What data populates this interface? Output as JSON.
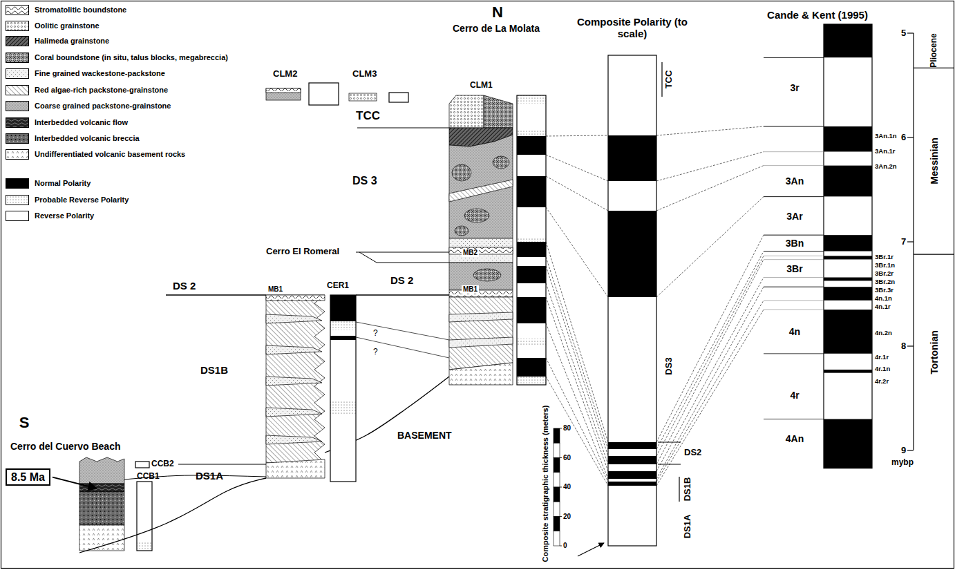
{
  "diagram": {
    "nodes": [
      {
        "text": [
          "8.5 Ma"
        ]
      }
    ],
    "labels": [
      "N",
      "Cerro de La Molata",
      "S",
      "Cerro del Cuervo Beach",
      "CLM2",
      "CLM3",
      "TCC",
      "CLM1",
      "DS 3",
      "Cerro El Romeral",
      "MB2",
      "DS 2",
      "MB1",
      "CER1",
      "DS 2",
      "MB1",
      "DS1B",
      "?",
      "?",
      "BASEMENT",
      "CCB2",
      "CCB1",
      "DS1A",
      "Composite stratigraphic thickness (meters)",
      "80",
      "60",
      "40",
      "20",
      "0",
      "Composite Polarity (to scale)",
      "TCC",
      "DS3",
      "DS2",
      "DS1B",
      "DS1A",
      "Cande & Kent (1995)",
      "3r",
      "3An.1n",
      "3An.1r",
      "3An",
      "3An.2n",
      "3Ar",
      "3Bn",
      "3Br.1r",
      "3Br.1n",
      "3Br.2r",
      "3Br",
      "3Br.2n",
      "3Br.3r",
      "4n.1n",
      "4n.1r",
      "4n",
      "4n.2n",
      "4r.1r",
      "4r.1n",
      "4r",
      "4r.2r",
      "4An",
      "5",
      "6",
      "7",
      "8",
      "9",
      "mybp",
      "Pliocene",
      "Messinian",
      "Tortonian"
    ],
    "legend": [
      {
        "text": "Stromatolitic boundstone"
      },
      {
        "text": "Oolitic grainstone"
      },
      {
        "text": "Halimeda grainstone"
      },
      {
        "text": "Coral boundstone (in situ, talus blocks, megabreccia)"
      },
      {
        "text": "Fine grained wackestone-packstone"
      },
      {
        "text": "Red algae-rich packstone-grainstone"
      },
      {
        "text": "Coarse grained packstone-grainstone"
      },
      {
        "text": "Interbedded volcanic flow"
      },
      {
        "text": "Interbedded volcanic breccia"
      },
      {
        "text": "Undifferentiated volcanic basement rocks"
      },
      {
        "text": "Normal Polarity",
        "color": "#000000"
      },
      {
        "text": "Probable Reverse Polarity"
      },
      {
        "text": "Reverse Polarity",
        "color": "#ffffff"
      }
    ]
  }
}
